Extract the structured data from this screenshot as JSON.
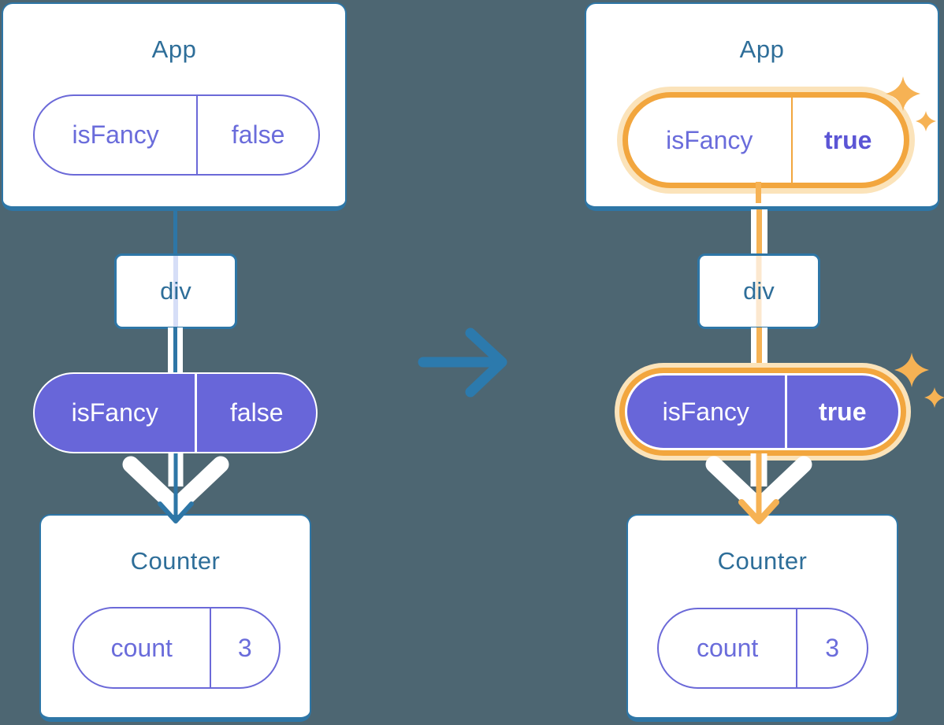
{
  "diagram": {
    "description": "React component tree prop-flow diagram, before and after state change",
    "before": {
      "app": {
        "title": "App"
      },
      "app_prop": {
        "name": "isFancy",
        "value": "false"
      },
      "middle_node": {
        "label": "div"
      },
      "passed_prop": {
        "name": "isFancy",
        "value": "false"
      },
      "counter": {
        "title": "Counter"
      },
      "counter_state": {
        "name": "count",
        "value": "3"
      }
    },
    "after": {
      "app": {
        "title": "App"
      },
      "app_prop": {
        "name": "isFancy",
        "value": "true"
      },
      "middle_node": {
        "label": "div"
      },
      "passed_prop": {
        "name": "isFancy",
        "value": "true"
      },
      "counter": {
        "title": "Counter"
      },
      "counter_state": {
        "name": "count",
        "value": "3"
      }
    },
    "icons": {
      "transition_arrow": "right-arrow-icon",
      "flow_arrow": "down-arrow-icon",
      "sparkle": "sparkle-icon"
    },
    "colors": {
      "background": "#4D6672",
      "card_fill": "#FFFFFF",
      "card_border_blue": "#2E76A6",
      "heading_text": "#2E6E99",
      "pill_purple_fill": "#6866D9",
      "pill_purple_text": "#6A6CDB",
      "pill_value_bold_purple": "#5B55D5",
      "pill_outline_purple": "#6B69D8",
      "highlight_orange": "#F2A63E",
      "flow_orange": "#F6B254",
      "highlight_orange_glow": "#FBE3BA",
      "pass_through_peach": "#FCE8CF",
      "pass_through_lavender": "#D6DEF7",
      "transition_arrow_blue": "#2C7AAD"
    }
  }
}
